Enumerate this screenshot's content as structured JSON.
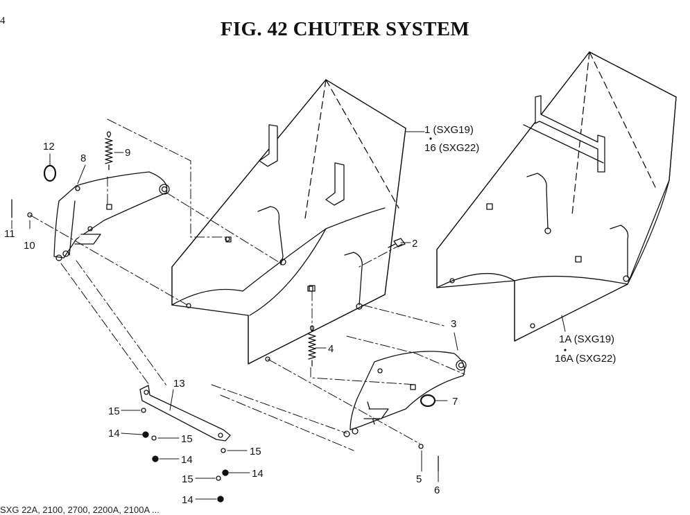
{
  "page": {
    "number": "4",
    "title": "FIG. 42  CHUTER SYSTEM",
    "footer": "SXG 22A, 2100, 2700, 2200A, 2100A ..."
  },
  "callouts": {
    "c1a": "1 (SXG19)",
    "c1b": "16 (SXG22)",
    "c1Aa": "1A (SXG19)",
    "c1Ab": "16A (SXG22)",
    "c2": "2",
    "c3": "3",
    "c4": "4",
    "c5": "5",
    "c6": "6",
    "c7": "7",
    "c8": "8",
    "c9": "9",
    "c10": "10",
    "c11": "11",
    "c12": "12",
    "c13": "13",
    "c14a": "14",
    "c14b": "14",
    "c14c": "14",
    "c14d": "14",
    "c15a": "15",
    "c15b": "15",
    "c15c": "15",
    "c15d": "15"
  }
}
